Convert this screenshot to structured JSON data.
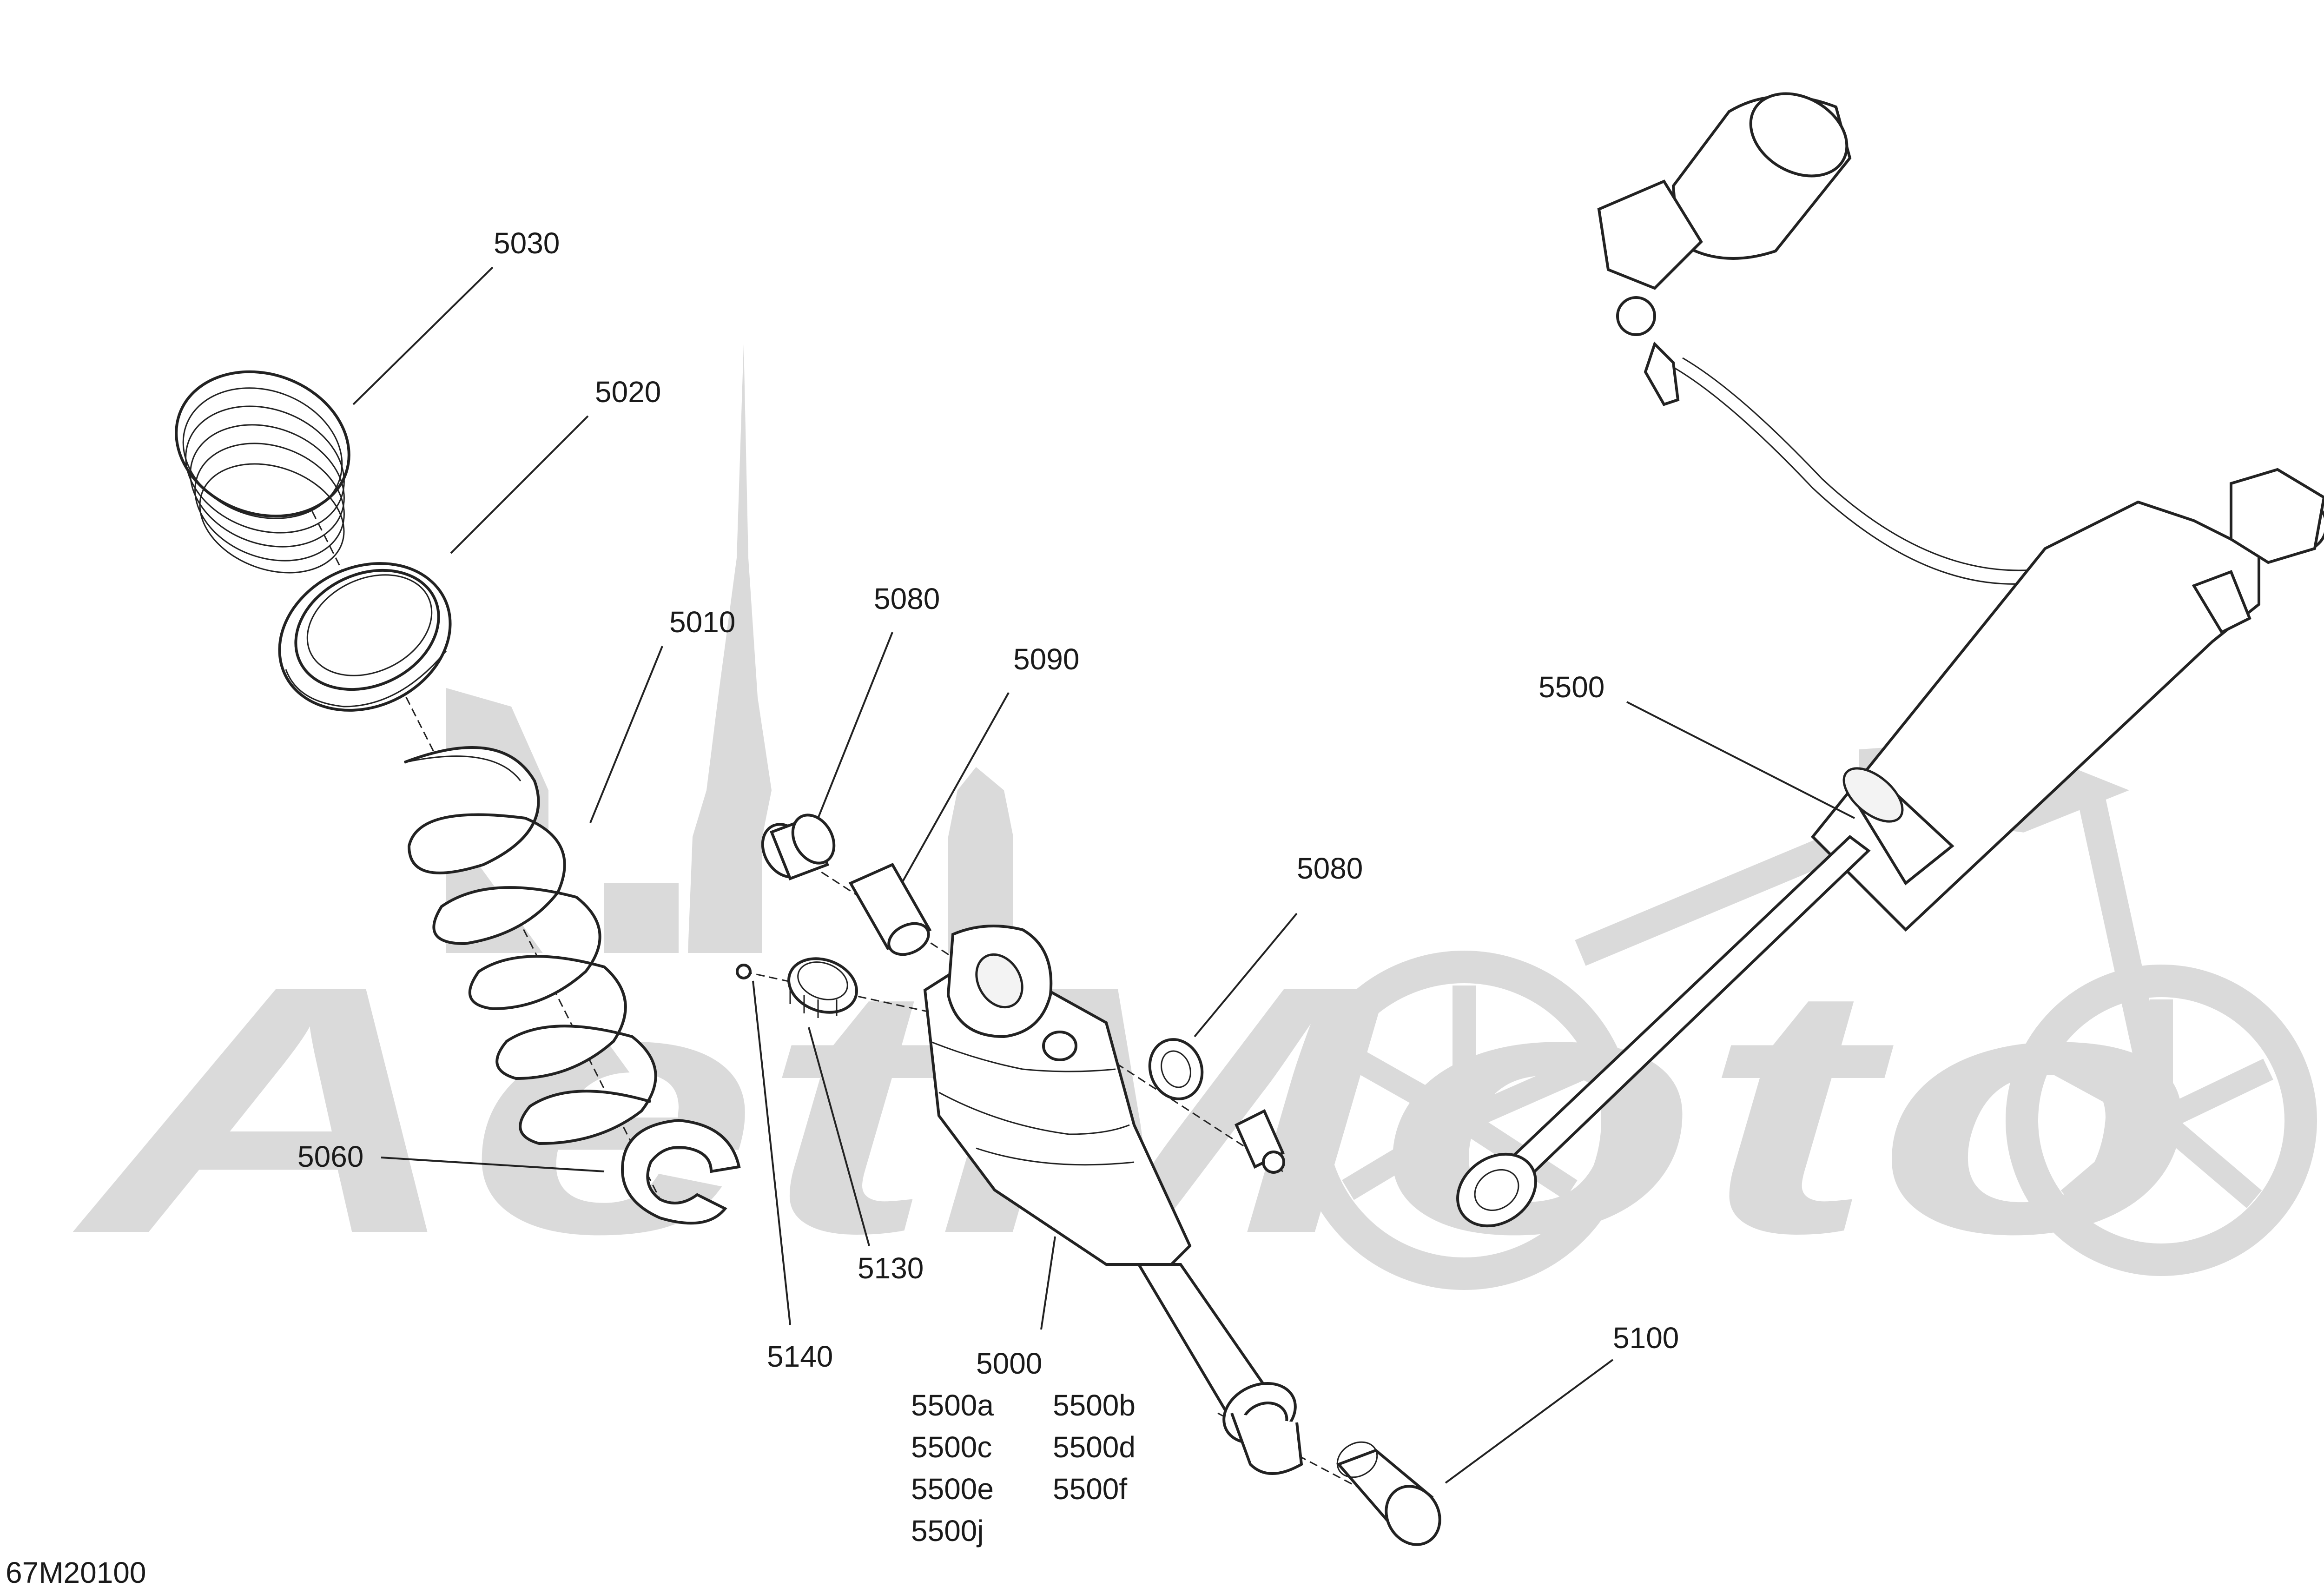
{
  "diagram_code": "67M20100",
  "watermark_text": "AetMoto",
  "callouts": [
    {
      "id": "5030",
      "text": "5030"
    },
    {
      "id": "5020",
      "text": "5020"
    },
    {
      "id": "5010",
      "text": "5010"
    },
    {
      "id": "5080a",
      "text": "5080"
    },
    {
      "id": "5090",
      "text": "5090"
    },
    {
      "id": "5080b",
      "text": "5080"
    },
    {
      "id": "5500",
      "text": "5500"
    },
    {
      "id": "5060",
      "text": "5060"
    },
    {
      "id": "5130",
      "text": "5130"
    },
    {
      "id": "5140",
      "text": "5140"
    },
    {
      "id": "5000",
      "text": "5000"
    },
    {
      "id": "5100",
      "text": "5100"
    }
  ],
  "variant_labels": [
    "5500a",
    "5500b",
    "5500c",
    "5500d",
    "5500e",
    "5500f",
    "5500j"
  ],
  "colors": {
    "line": "#222222",
    "watermark": "#dadada",
    "background": "#ffffff"
  }
}
